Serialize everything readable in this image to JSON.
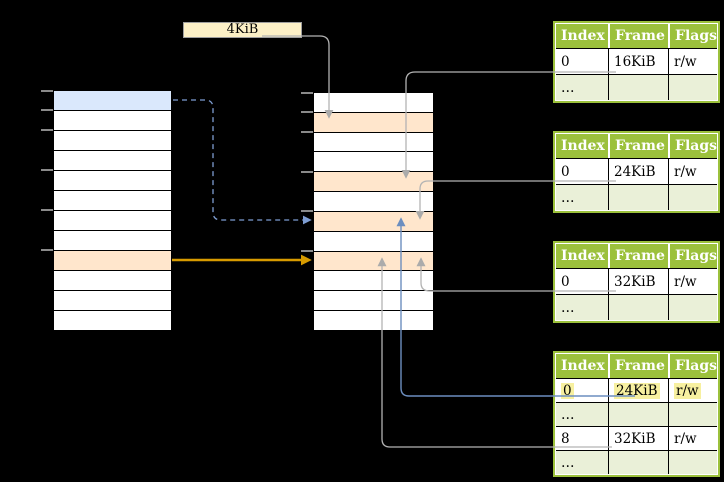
{
  "size_label": {
    "text": "4KiB"
  },
  "left_column": {
    "rows": 12,
    "blue_rows": [
      0
    ],
    "orange_rows": [
      8
    ],
    "tick_rows": [
      0,
      1,
      2,
      4,
      6,
      8
    ]
  },
  "middle_column": {
    "rows": 12,
    "blue_rows": [],
    "orange_rows": [
      1,
      4,
      6,
      8
    ],
    "tick_rows": [
      0,
      1,
      2,
      4,
      6,
      8
    ]
  },
  "page_tables": [
    {
      "headers": [
        "Index",
        "Frame",
        "Flags"
      ],
      "rows": [
        {
          "cells": [
            "0",
            "16KiB",
            "r/w"
          ],
          "shaded": false,
          "highlight": false
        },
        {
          "cells": [
            "…",
            "",
            ""
          ],
          "shaded": true,
          "highlight": false
        }
      ]
    },
    {
      "headers": [
        "Index",
        "Frame",
        "Flags"
      ],
      "rows": [
        {
          "cells": [
            "0",
            "24KiB",
            "r/w"
          ],
          "shaded": false,
          "highlight": false
        },
        {
          "cells": [
            "…",
            "",
            ""
          ],
          "shaded": true,
          "highlight": false
        }
      ]
    },
    {
      "headers": [
        "Index",
        "Frame",
        "Flags"
      ],
      "rows": [
        {
          "cells": [
            "0",
            "32KiB",
            "r/w"
          ],
          "shaded": false,
          "highlight": false
        },
        {
          "cells": [
            "…",
            "",
            ""
          ],
          "shaded": true,
          "highlight": false
        }
      ]
    },
    {
      "headers": [
        "Index",
        "Frame",
        "Flags"
      ],
      "rows": [
        {
          "cells": [
            "0",
            "24KiB",
            "r/w"
          ],
          "shaded": false,
          "highlight": true
        },
        {
          "cells": [
            "…",
            "",
            ""
          ],
          "shaded": true,
          "highlight": false
        },
        {
          "cells": [
            "8",
            "32KiB",
            "r/w"
          ],
          "shaded": false,
          "highlight": false
        },
        {
          "cells": [
            "…",
            "",
            ""
          ],
          "shaded": true,
          "highlight": false
        }
      ]
    }
  ],
  "colors": {
    "table_green": "#9CC13C",
    "table_green_light": "#EAF0D8",
    "row_orange": "#FFE6CC",
    "row_blue": "#DAE8FC",
    "label_cream": "#FCF0C6",
    "highlight_yellow": "#F7F0A0",
    "arrow_gray": "#b3b3b3",
    "arrow_gray_head": "#ababab",
    "arrow_blue": "#6C8EBF",
    "arrow_blue_dashed": "#7E9DD2",
    "arrow_orange": "#D79B00",
    "tick_gray": "#8a8a8a"
  }
}
